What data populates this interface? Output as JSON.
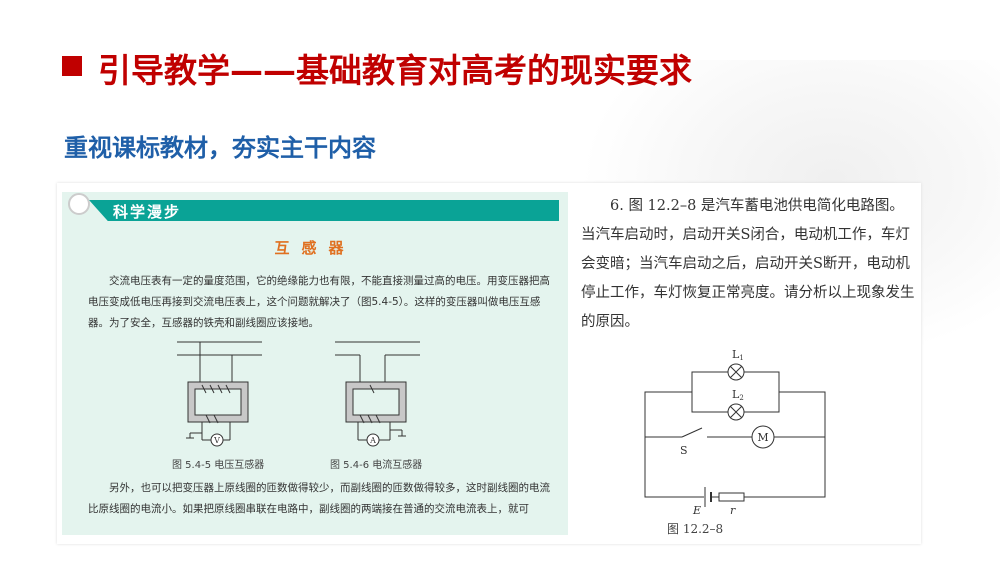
{
  "slide": {
    "title": "引导教学——基础教育对高考的现实要求",
    "subtitle": "重视课标教材，夯实主干内容"
  },
  "left_panel": {
    "banner": "科学漫步",
    "section_title": "互感器",
    "paragraph1": "交流电压表有一定的量度范围，它的绝缘能力也有限，不能直接测量过高的电压。用变压器把高电压变成低电压再接到交流电压表上，这个问题就解决了（图5.4-5）。这样的变压器叫做电压互感器。为了安全，互感器的铁壳和副线圈应该接地。",
    "figure1_caption": "图 5.4-5  电压互感器",
    "figure2_caption": "图 5.4-6  电流互感器",
    "meter1": "V",
    "meter2": "A",
    "paragraph2": "另外，也可以把变压器上原线圈的匝数做得较少，而副线圈的匝数做得较多，这时副线圈的电流比原线圈的电流小。如果把原线圈串联在电路中，副线圈的两端接在普通的交流电流表上，就可"
  },
  "right_panel": {
    "question": "6. 图 12.2–8 是汽车蓄电池供电简化电路图。当汽车启动时，启动开关S闭合，电动机工作，车灯会变暗；当汽车启动之后，启动开关S断开，电动机停止工作，车灯恢复正常亮度。请分析以上现象发生的原因。",
    "labels": {
      "L1": "L",
      "L1_sub": "1",
      "L2": "L",
      "L2_sub": "2",
      "S": "S",
      "M": "M",
      "E": "E",
      "r": "r"
    },
    "figure_caption": "图 12.2–8"
  },
  "colors": {
    "title": "#c00000",
    "subtitle": "#1f5fa8",
    "banner": "#0aa396",
    "panel": "#e4f4ee",
    "section": "#e07020"
  }
}
